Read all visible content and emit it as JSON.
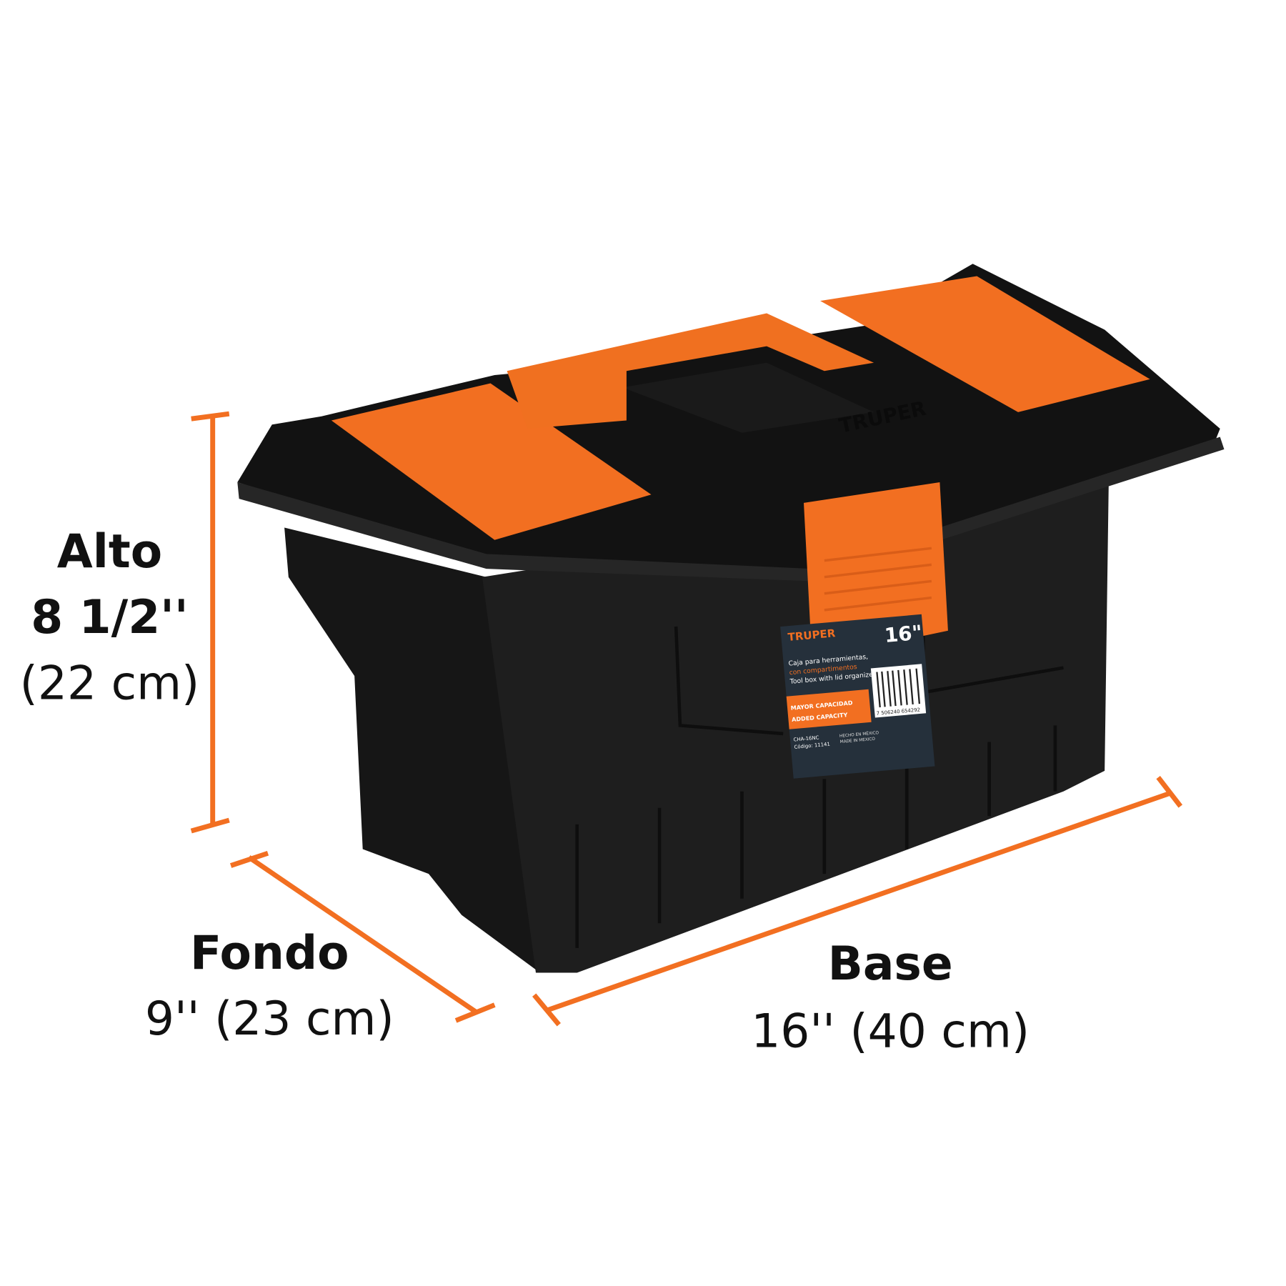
{
  "dimensions": {
    "height": {
      "title": "Alto",
      "imperial": "8 1/2''",
      "metric": "(22 cm)"
    },
    "depth": {
      "title": "Fondo",
      "value": "9'' (23 cm)"
    },
    "width": {
      "title": "Base",
      "value": "16'' (40 cm)"
    }
  },
  "product": {
    "brand_logo": "TRUPER",
    "label": {
      "size": "16\"",
      "name_es_1": "Caja para herramientas,",
      "name_es_2": "con compartimentos",
      "name_en": "Tool box with lid organizers",
      "feature_es": "MAYOR CAPACIDAD",
      "feature_en": "ADDED CAPACITY",
      "origin_es": "HECHO EN MÉXICO",
      "origin_en": "MADE IN MEXICO",
      "model": "CHA-16NC",
      "code": "Código: 11141",
      "barcode": "7 506240 654292"
    }
  },
  "colors": {
    "accent": "#f26f21",
    "plastic": "#1b1b1b",
    "label_bg": "#25303b"
  }
}
